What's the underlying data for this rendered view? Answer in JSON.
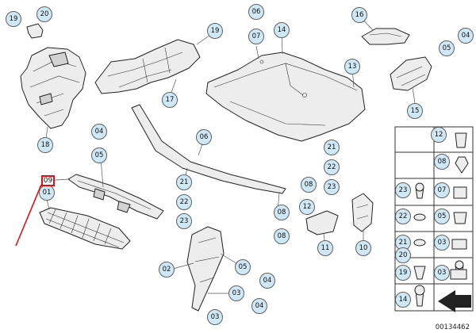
{
  "document_number": "00134462",
  "highlighted_part": "09",
  "callouts": {
    "c19a": "19",
    "c20": "20",
    "c18": "18",
    "c19b": "19",
    "c17": "17",
    "c06a": "06",
    "c07": "07",
    "c14": "14",
    "c16": "16",
    "c04a": "04",
    "c05a": "05",
    "c13": "13",
    "c15": "15",
    "c04b": "04",
    "c05b": "05",
    "c01": "01",
    "c06b": "06",
    "c21a": "21",
    "c22a": "22",
    "c23a": "23",
    "c21b": "21",
    "c22b": "22",
    "c23b": "23",
    "c08a": "08",
    "c12a": "12",
    "c08b": "08",
    "c08c": "08",
    "c11": "11",
    "c10": "10",
    "c02": "02",
    "c05c": "05",
    "c04c": "04",
    "c03a": "03",
    "c04d": "04",
    "c03b": "03"
  },
  "legend": {
    "l12": "12",
    "l08": "08",
    "l23": "23",
    "l07": "07",
    "l22": "22",
    "l05": "05",
    "l21": "21",
    "l03a": "03",
    "l20": "20",
    "l19": "19",
    "l03b": "03",
    "l14": "14"
  }
}
